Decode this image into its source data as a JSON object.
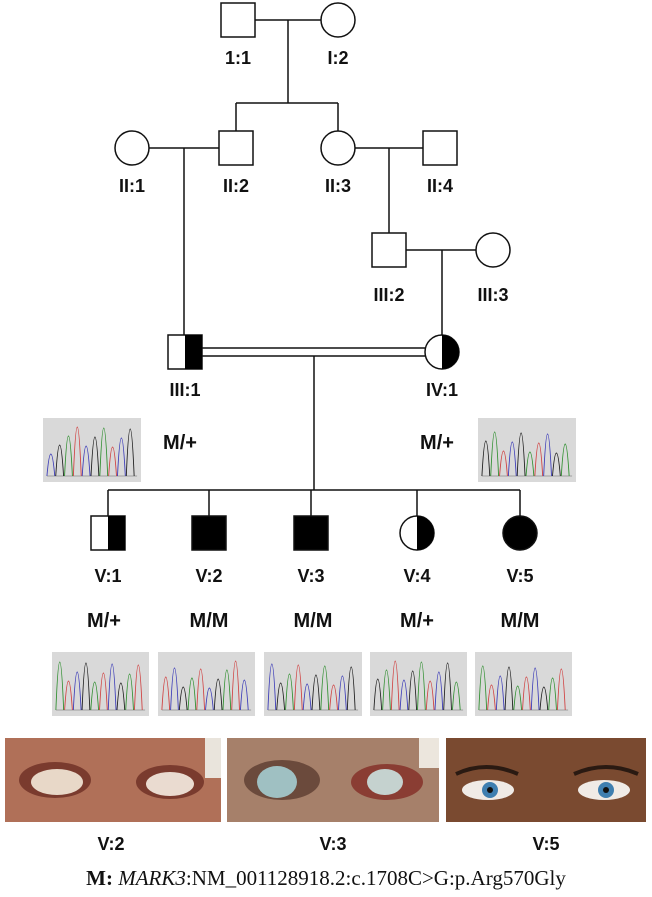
{
  "pedigree": {
    "individuals": [
      {
        "id": "I:1",
        "label": "1:1",
        "sex": "male",
        "status": "unaffected"
      },
      {
        "id": "I:2",
        "label": "I:2",
        "sex": "female",
        "status": "unaffected"
      },
      {
        "id": "II:1",
        "label": "II:1",
        "sex": "female",
        "status": "unaffected"
      },
      {
        "id": "II:2",
        "label": "II:2",
        "sex": "male",
        "status": "unaffected"
      },
      {
        "id": "II:3",
        "label": "II:3",
        "sex": "female",
        "status": "unaffected"
      },
      {
        "id": "II:4",
        "label": "II:4",
        "sex": "male",
        "status": "unaffected"
      },
      {
        "id": "III:2",
        "label": "III:2",
        "sex": "male",
        "status": "unaffected"
      },
      {
        "id": "III:3",
        "label": "III:3",
        "sex": "female",
        "status": "unaffected"
      },
      {
        "id": "III:1",
        "label": "III:1",
        "sex": "male",
        "status": "carrier",
        "genotype": "M/+"
      },
      {
        "id": "IV:1",
        "label": "IV:1",
        "sex": "female",
        "status": "carrier",
        "genotype": "M/+"
      },
      {
        "id": "V:1",
        "label": "V:1",
        "sex": "male",
        "status": "carrier",
        "genotype": "M/+"
      },
      {
        "id": "V:2",
        "label": "V:2",
        "sex": "male",
        "status": "affected",
        "genotype": "M/M"
      },
      {
        "id": "V:3",
        "label": "V:3",
        "sex": "male",
        "status": "affected",
        "genotype": "M/M"
      },
      {
        "id": "V:4",
        "label": "V:4",
        "sex": "female",
        "status": "carrier",
        "genotype": "M/+"
      },
      {
        "id": "V:5",
        "label": "V:5",
        "sex": "female",
        "status": "affected",
        "genotype": "M/M"
      }
    ],
    "consanguineous_couple": [
      "III:1",
      "IV:1"
    ]
  },
  "photos": [
    {
      "label": "V:2"
    },
    {
      "label": "V:3"
    },
    {
      "label": "V:5"
    }
  ],
  "colors": {
    "line": "#111111",
    "fill": "#000000",
    "chromatogram_bg": "#d9d9d9"
  },
  "caption": {
    "prefix": "M:",
    "gene": "MARK3",
    "variant": ":NM_001128918.2:c.1708C>G:p.Arg570Gly"
  }
}
